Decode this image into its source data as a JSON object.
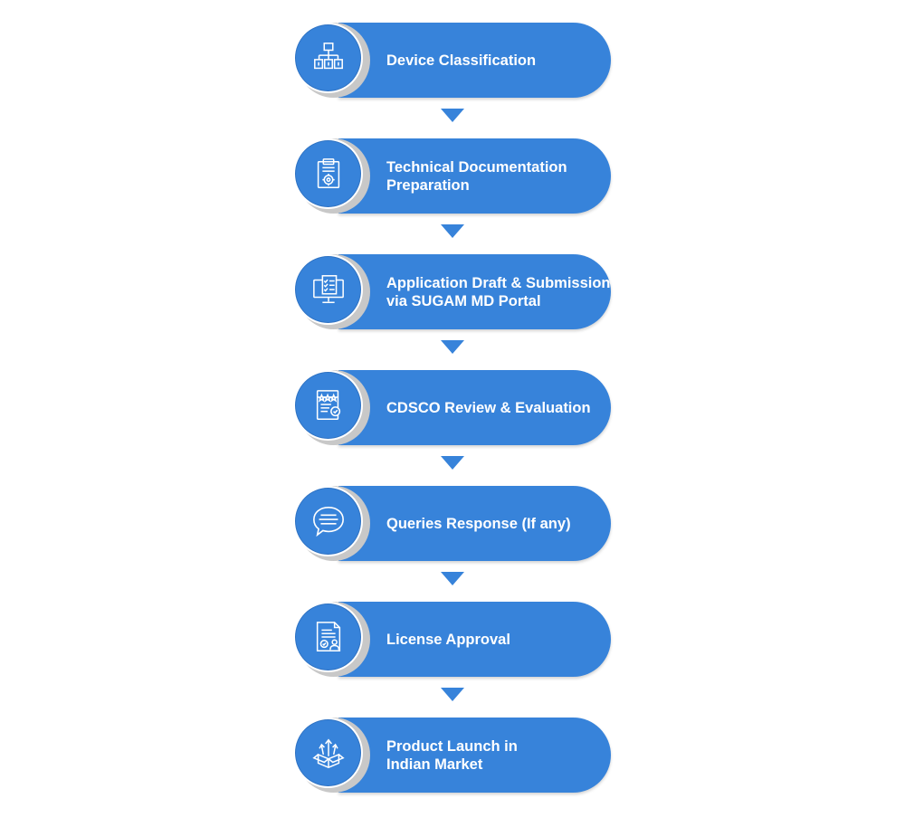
{
  "colors": {
    "primary": "#3783da",
    "background": "#ffffff",
    "text": "#ffffff"
  },
  "steps": [
    {
      "label": "Device Classification",
      "icon": "hierarchy-icon"
    },
    {
      "label": "Technical Documentation\nPreparation",
      "icon": "clipboard-gear-icon"
    },
    {
      "label": "Application Draft & Submission\nvia SUGAM MD Portal",
      "icon": "monitor-checklist-icon"
    },
    {
      "label": "CDSCO Review & Evaluation",
      "icon": "rated-certificate-icon"
    },
    {
      "label": "Queries Response (If any)",
      "icon": "speech-bubble-icon"
    },
    {
      "label": "License Approval",
      "icon": "approved-document-icon"
    },
    {
      "label": "Product Launch in\nIndian Market",
      "icon": "box-launch-icon"
    }
  ]
}
